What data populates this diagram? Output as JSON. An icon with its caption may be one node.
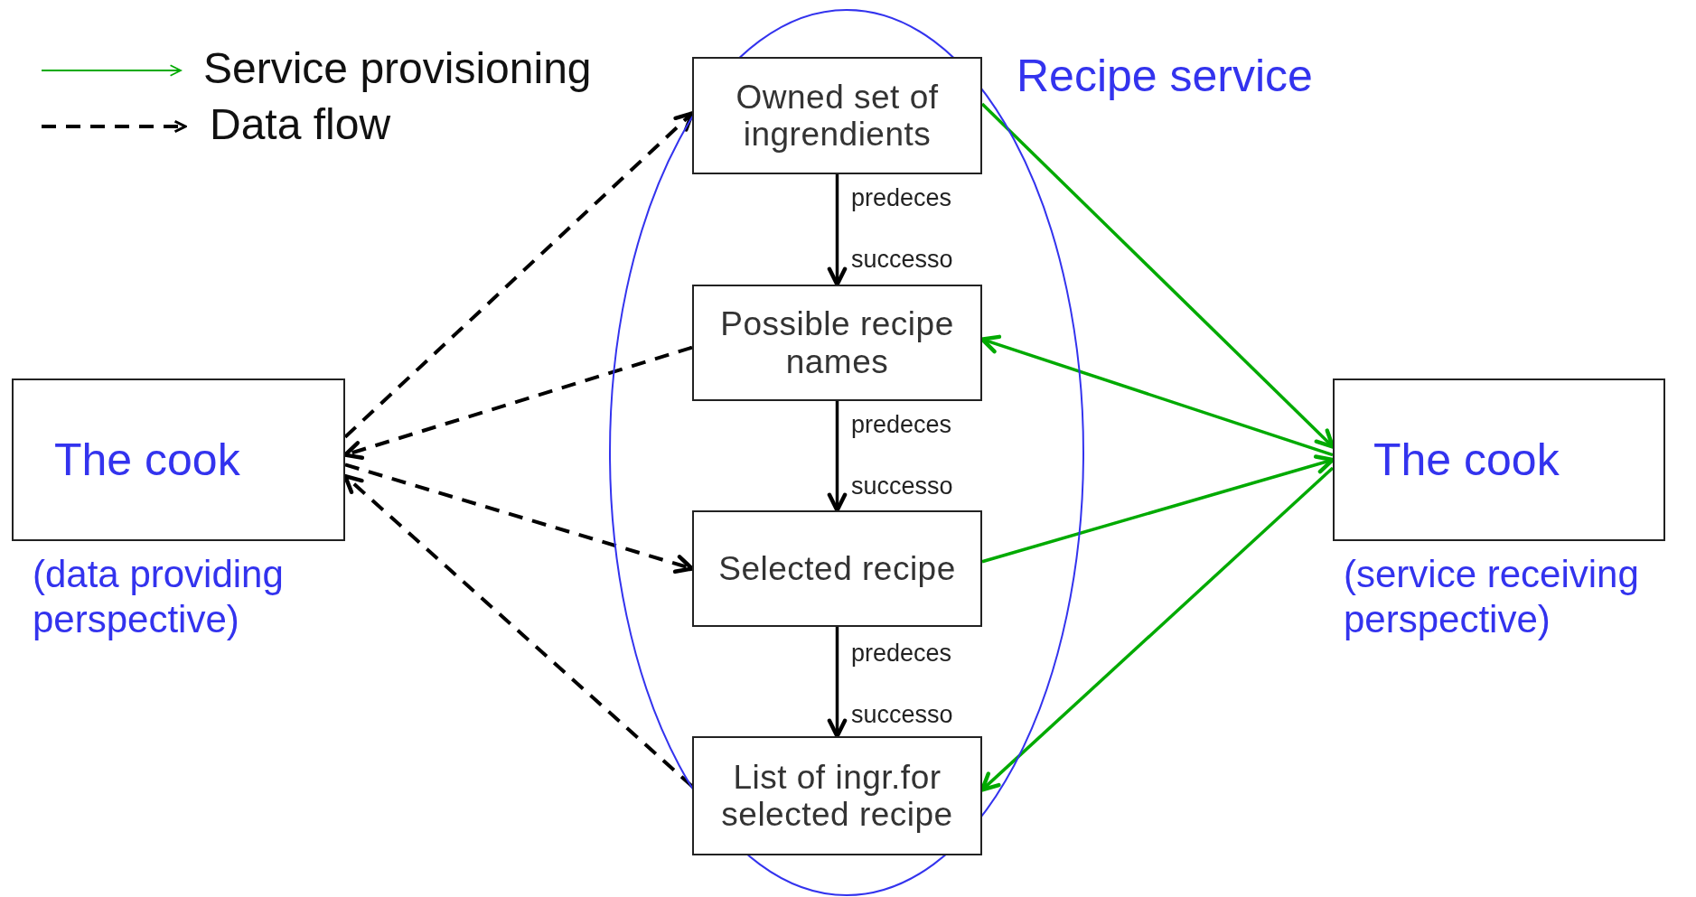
{
  "diagram": {
    "nodes": [
      {
        "text": [
          "The cook"
        ],
        "beside": [
          "(data providing perspective)"
        ]
      },
      {
        "text": [
          "Recipe service"
        ]
      },
      {
        "text": [
          "Owned set of ingrendients"
        ],
        "in": 1
      },
      {
        "text": [
          "Possible recipe names"
        ],
        "in": 1
      },
      {
        "text": [
          "Selected recipe"
        ],
        "in": 1
      },
      {
        "text": [
          "List of ingr.for selected recipe"
        ],
        "in": 1
      },
      {
        "text": [
          "The cook"
        ],
        "beside": [
          "(service receiving perspective)"
        ]
      }
    ],
    "edges": [
      {
        "from": 2,
        "to": 3,
        "arrow": "to"
      },
      {
        "from": 3,
        "to": 4,
        "arrow": "to"
      },
      {
        "from": 4,
        "to": 5,
        "arrow": "to"
      },
      {
        "from": 0,
        "to": 2,
        "arrow": "to",
        "style": "dashed"
      },
      {
        "from": 3,
        "to": 0,
        "arrow": "to",
        "style": "dashed"
      },
      {
        "from": 0,
        "to": 4,
        "arrow": "to",
        "style": "dashed"
      },
      {
        "from": 5,
        "to": 0,
        "arrow": "to",
        "style": "dashed"
      },
      {
        "from": 2,
        "to": 6,
        "arrow": "to",
        "color": "#00aa00"
      },
      {
        "from": 6,
        "to": 3,
        "arrow": "to",
        "color": "#00aa00"
      },
      {
        "from": 4,
        "to": 6,
        "arrow": "to",
        "color": "#00aa00"
      },
      {
        "from": 6,
        "to": 5,
        "arrow": "to",
        "color": "#00aa00"
      }
    ],
    "labels": [
      "predeces",
      "successo",
      "predeces",
      "successo",
      "predeces",
      "successo"
    ],
    "legend": [
      {
        "text": "Service provisioning"
      },
      {
        "text": "Data flow"
      }
    ]
  }
}
